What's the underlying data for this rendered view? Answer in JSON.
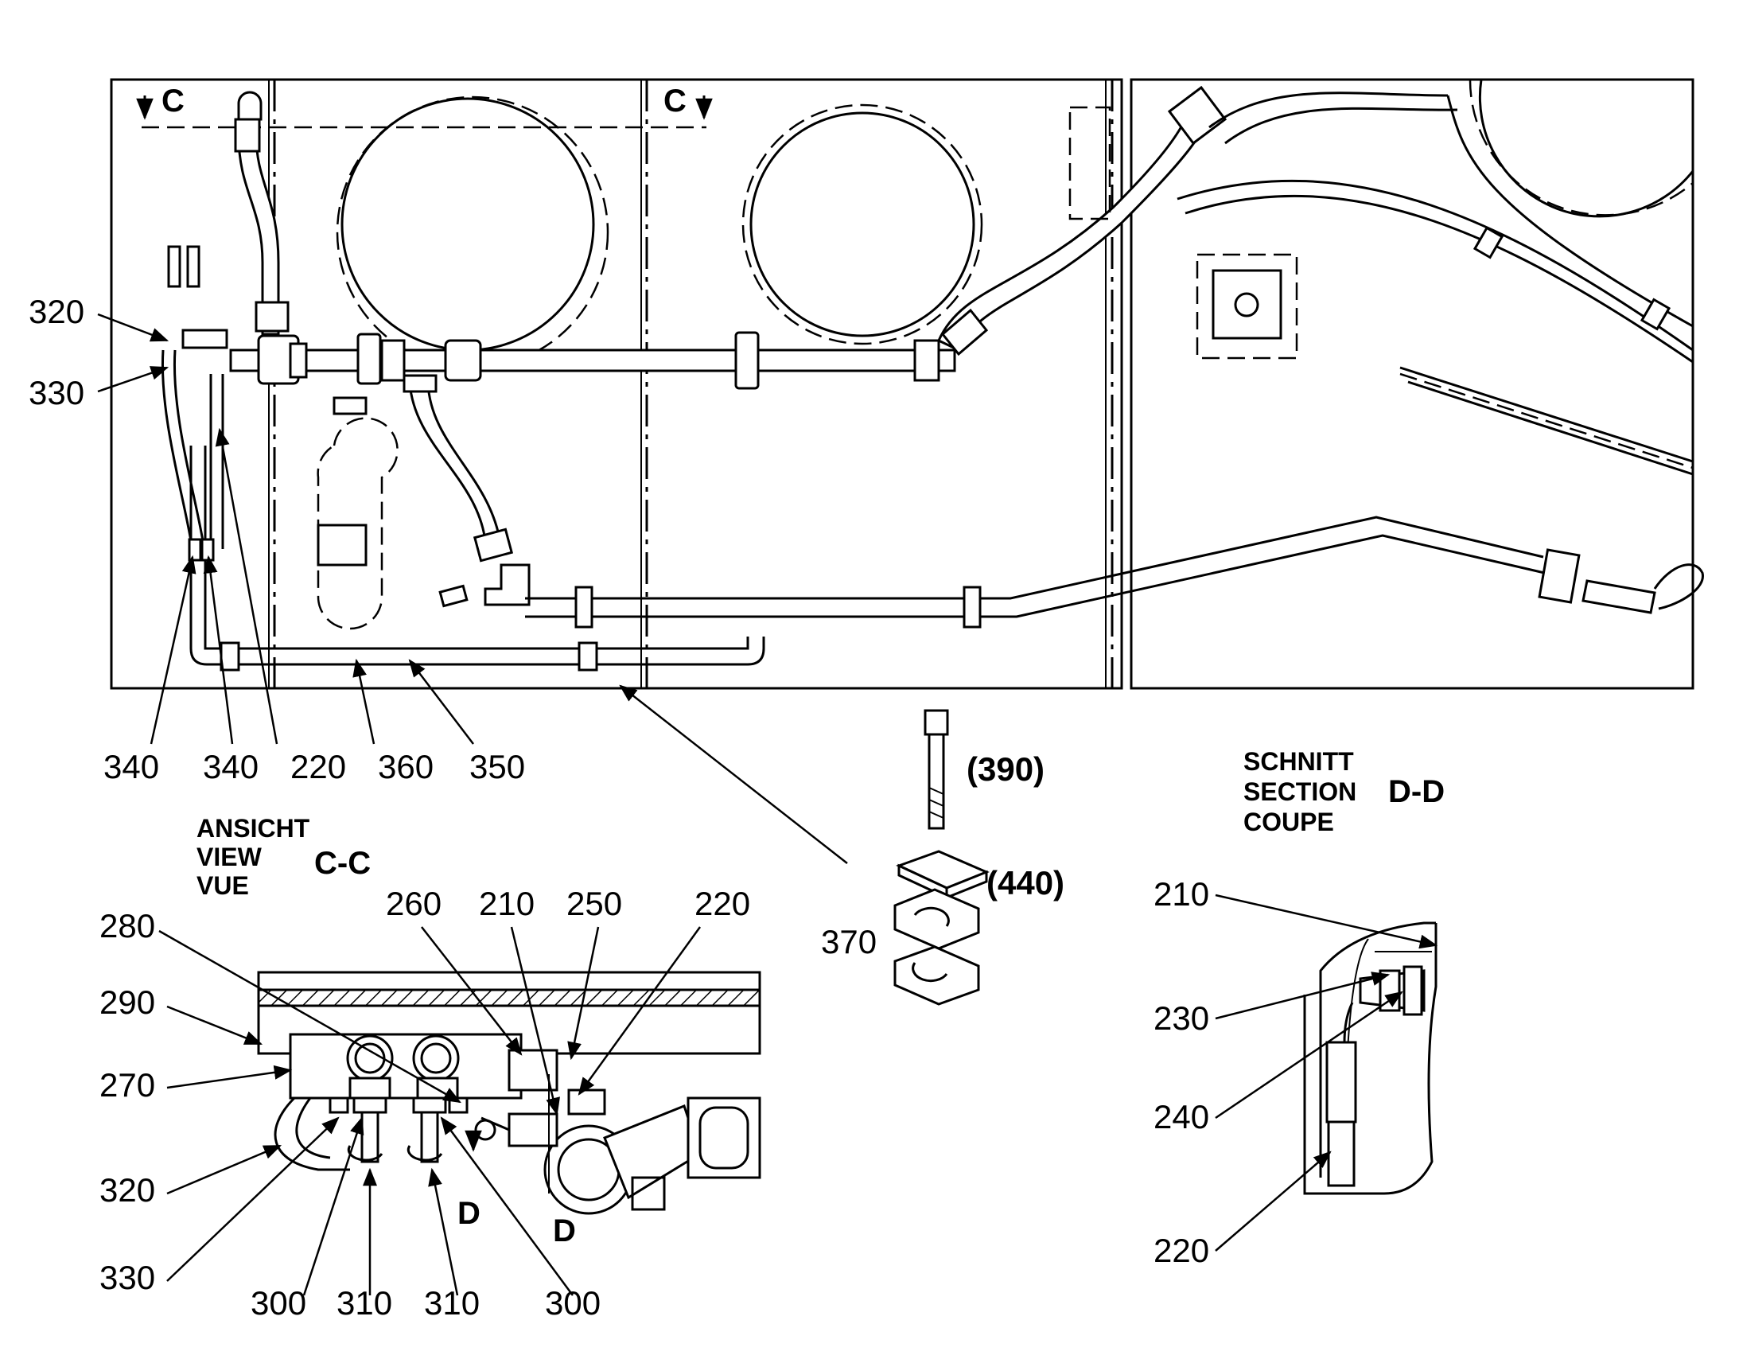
{
  "views": {
    "main_view_marker": "C",
    "view_cc": {
      "line1": "ANSICHT",
      "line2": "VIEW",
      "line3": "VUE",
      "name": "C-C"
    },
    "section_dd": {
      "line1": "SCHNITT",
      "line2": "SECTION",
      "line3": "COUPE",
      "name": "D-D"
    },
    "section_marker": "D"
  },
  "callouts": {
    "top": [
      "320",
      "330",
      "340",
      "340",
      "220",
      "360",
      "350"
    ],
    "hardware": [
      "(390)",
      "(440)",
      "370"
    ],
    "view_cc": [
      "280",
      "290",
      "270",
      "320",
      "330",
      "300",
      "310",
      "310",
      "300",
      "260",
      "210",
      "250",
      "220"
    ],
    "section_dd": [
      "210",
      "230",
      "240",
      "220"
    ]
  }
}
